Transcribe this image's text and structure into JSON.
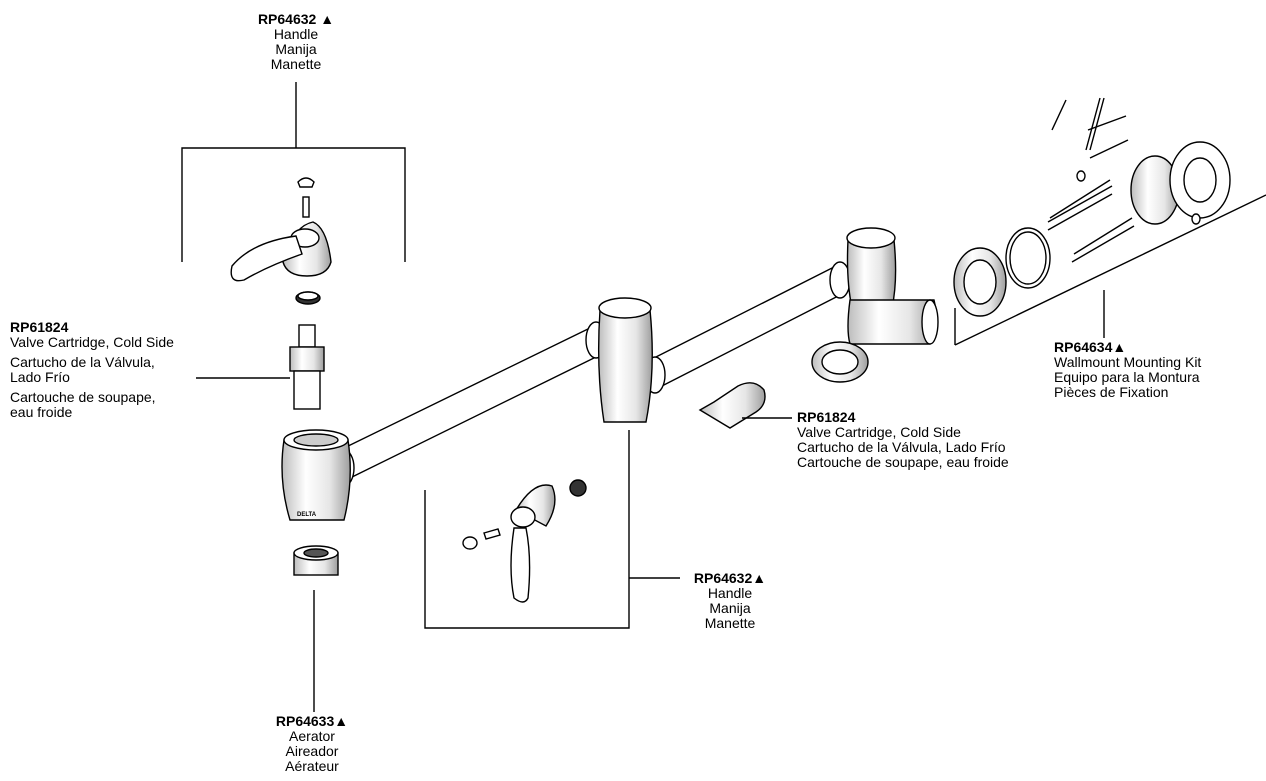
{
  "callouts": {
    "handle_top": {
      "part_number": "RP64632 ▲",
      "lines": [
        "Handle",
        "Manija",
        "Manette"
      ]
    },
    "cartridge_left": {
      "part_number": "RP61824",
      "line1": "Valve Cartridge, Cold Side",
      "line2": "Cartucho de la Válvula,",
      "line3": "Lado Frío",
      "line4": "Cartouche de soupape,",
      "line5": "eau froide"
    },
    "cartridge_right": {
      "part_number": "RP61824",
      "lines": [
        "Valve Cartridge, Cold Side",
        "Cartucho de la Válvula, Lado Frío",
        "Cartouche de soupape, eau froide"
      ]
    },
    "mounting_kit": {
      "part_number": "RP64634▲",
      "lines": [
        "Wallmount Mounting Kit",
        "Equipo para la Montura",
        "Pièces de Fixation"
      ]
    },
    "handle_bottom": {
      "part_number": "RP64632▲",
      "lines": [
        "Handle",
        "Manija",
        "Manette"
      ]
    },
    "aerator": {
      "part_number": "RP64633▲",
      "lines": [
        "Aerator",
        "Aireador",
        "Aérateur"
      ]
    }
  },
  "brand_mark": "DELTA",
  "colors": {
    "line": "#000000",
    "fill": "#ffffff",
    "shade": "#d9d9d9"
  }
}
